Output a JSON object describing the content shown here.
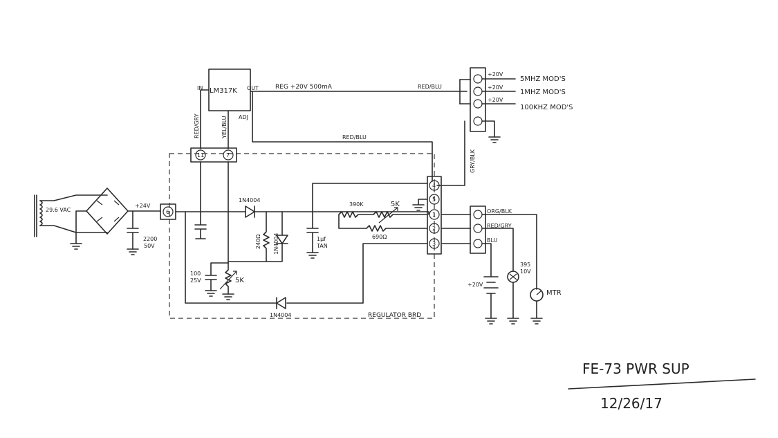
{
  "ic": {
    "part": "LM317K",
    "in": "IN",
    "out": "OUT",
    "adj": "ADJ"
  },
  "labels": {
    "reg_out": "REG +20V 500mA",
    "red_blu_top": "RED/BLU",
    "red_blu_mid": "RED/BLU",
    "red_gry": "RED/GRY",
    "yel_blu": "YEL/BLU",
    "gry_blk": "GRY/BLK",
    "transformer": "29.6 VAC",
    "v24": "+24V",
    "cap_main_1": "2200",
    "cap_main_2": "50V",
    "diode_top": "1N4004",
    "diode_bottom": "1N4004",
    "diode_v": "1N4004",
    "r240": "240Ω",
    "pot_adj": "5K",
    "cap_adj_1": "100",
    "cap_adj_2": "25V",
    "cap_tan_1": "1µf",
    "cap_tan_2": "TAN",
    "r390k": "390K",
    "pot_5k": "5K",
    "r690": "690Ω",
    "board": "REGULATOR BRD",
    "batt": "+20V",
    "lamp_1": "395",
    "lamp_2": "10V",
    "meter": "MTR"
  },
  "top_connector": [
    {
      "volt": "+20V",
      "desc": "5MHZ MOD'S"
    },
    {
      "volt": "+20V",
      "desc": "1MHZ MOD'S"
    },
    {
      "volt": "+20V",
      "desc": "100KHZ MOD'S"
    }
  ],
  "right_connector": [
    "ORG/BLK",
    "RED/GRY",
    "BLU"
  ],
  "pins": {
    "p11": "11",
    "p7": "7",
    "p6": "6",
    "p4": "4",
    "p5": "5",
    "p1": "1",
    "p2": "2",
    "p3": "3"
  },
  "title": "FE-73 PWR SUP",
  "date": "12/26/17"
}
